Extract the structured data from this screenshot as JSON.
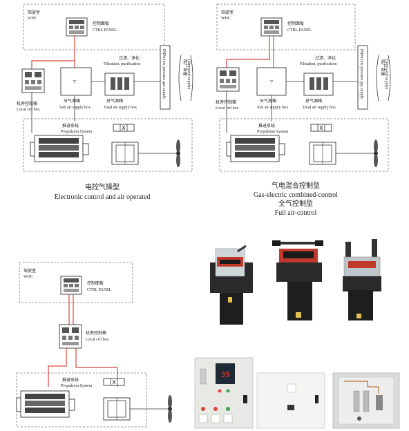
{
  "diagrams": {
    "wheelhouse_cn": "驾驶室",
    "wheelhouse_en": "WHC",
    "ctrl_panel_cn": "控制面板",
    "ctrl_panel_en": "CTRL PANEL",
    "filtration_cn": "过滤、净化",
    "filtration_en": "Filtration, purification",
    "gas_supply_text": "1MPa low pressure gas supply",
    "ship_supply_cn": "船厂自备",
    "ship_supply_en": "(Shipyard supply)",
    "local_box_cn": "机旁控制箱",
    "local_box_en_1": "Local ctrl box",
    "local_box_en_2": "Local ctrl box",
    "sub_air_cn": "分气源箱",
    "sub_air_en": "Sub air supply box",
    "total_air_cn": "总气源箱",
    "total_air_en": "Total air supply box",
    "propulsion_cn": "推进系统",
    "propulsion_en": "Propulsion System"
  },
  "captions": {
    "electronic_cn": "电控气操型",
    "electronic_en": "Electronic control and air operated",
    "gas_electric_cn": "气电混合控制型",
    "gas_electric_en": "Gas-electric combined-control",
    "full_air_cn": "全气控制型",
    "full_air_en": "Full air-control"
  },
  "panel_display": "39"
}
